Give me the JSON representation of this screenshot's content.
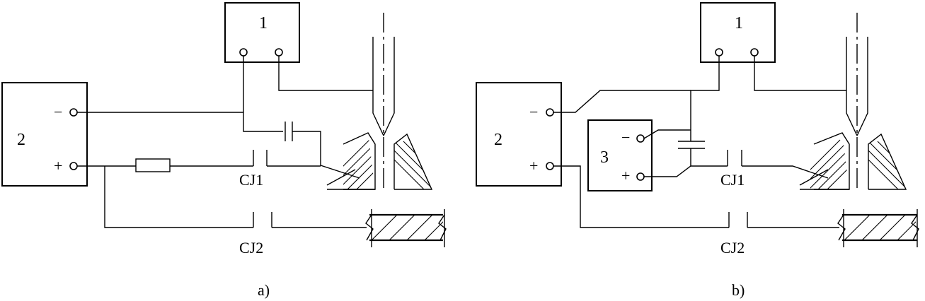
{
  "diagram_a": {
    "caption": "a)",
    "box1_label": "1",
    "box2_label": "2",
    "minus": "−",
    "plus": "+",
    "switch1": "CJ1",
    "switch2": "CJ2"
  },
  "diagram_b": {
    "caption": "b)",
    "box1_label": "1",
    "box2_label": "2",
    "box3_label": "3",
    "minus": "−",
    "plus": "+",
    "box3_minus": "−",
    "box3_plus": "+",
    "switch1": "CJ1",
    "switch2": "CJ2"
  }
}
